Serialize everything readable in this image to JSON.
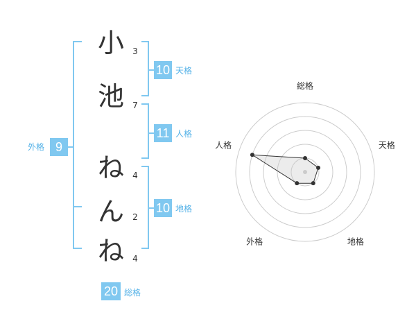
{
  "colors": {
    "accent": "#80c8f0",
    "label": "#57b3e8",
    "text": "#333333",
    "grid": "#cccccc"
  },
  "name": {
    "chars": [
      {
        "char": "小",
        "strokes": "3"
      },
      {
        "char": "池",
        "strokes": "7"
      },
      {
        "char": "ね",
        "strokes": "4"
      },
      {
        "char": "ん",
        "strokes": "2"
      },
      {
        "char": "ね",
        "strokes": "4"
      }
    ]
  },
  "fortune": {
    "tenkaku": {
      "value": "10",
      "label": "天格"
    },
    "jinkaku": {
      "value": "11",
      "label": "人格"
    },
    "chikaku": {
      "value": "10",
      "label": "地格"
    },
    "gaikaku": {
      "value": "9",
      "label": "外格"
    },
    "soukaku": {
      "value": "20",
      "label": "総格"
    }
  },
  "chart_data": {
    "type": "radar",
    "axes": [
      "総格",
      "天格",
      "地格",
      "外格",
      "人格"
    ],
    "values": [
      1,
      1,
      1,
      1,
      4
    ],
    "rmax": 5,
    "rings": 5
  }
}
